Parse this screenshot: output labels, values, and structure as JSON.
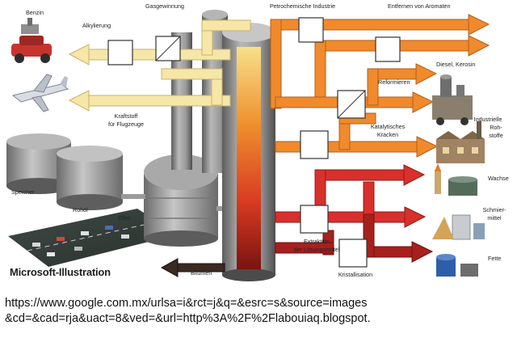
{
  "labels": {
    "benzin": "Benzin",
    "alkylierung": "Alkylierung",
    "gasgewinnung": "Gasgewinnung",
    "petrochemische_industrie": "Petrochemische Industrie",
    "entfernen_aromaten": "Entfernen von Aromaten",
    "diesel_kerosin": "Diesel, Kerosin",
    "reformieren": "Reformieren",
    "kraftstoff_line1": "Kraftstoff",
    "kraftstoff_line2": "für Flugzeuge",
    "industrielle_line1": "Industrielle",
    "industrielle_line2": "Roh-",
    "industrielle_line3": "stoffe",
    "katalytisches_line1": "Katalytisches",
    "katalytisches_line2": "Kracken",
    "speicher": "Speicher",
    "wachse": "Wachse",
    "rohoel": "Rohöl",
    "schmiermittel_line1": "Schmier-",
    "schmiermittel_line2": "mittel",
    "ofen": "Ofen",
    "extraktion_line1": "Extraktion",
    "extraktion_line2": "der Lösungsmittel",
    "fette": "Fette",
    "kristallisation": "Kristallisation",
    "bitumen": "Bitumen",
    "credit": "Microsoft-Illustration"
  },
  "source_line1": "https://www.google.com.mx/urlsa=i&rct=j&q=&esrc=s&source=images",
  "source_line2": "&cd=&cad=rja&uact=8&ved=&url=http%3A%2F%2Flabouiaq.blogspot.",
  "colors": {
    "light_stream": "#f6e6a8",
    "orange_stream": "#f08a2c",
    "red_stream": "#d8302c",
    "dark_red_stream": "#a8201e",
    "column_steel": "#8c8c8c",
    "column_core": "#e2692a"
  }
}
